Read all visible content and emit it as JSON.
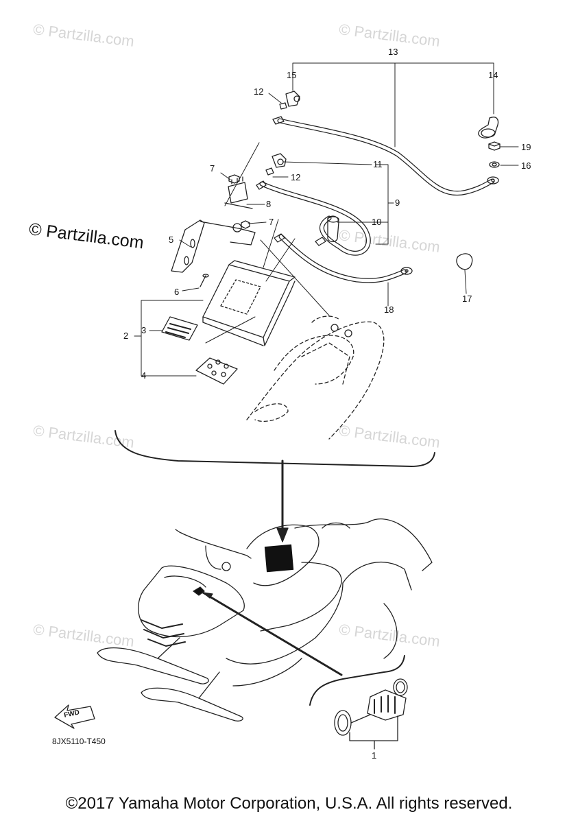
{
  "watermark": "© Partzilla.com",
  "callouts": [
    "1",
    "2",
    "3",
    "4",
    "5",
    "6",
    "7",
    "7",
    "8",
    "9",
    "10",
    "11",
    "12",
    "12",
    "13",
    "14",
    "15",
    "16",
    "17",
    "18",
    "19"
  ],
  "diagram_code": "8JX5110-T450",
  "fwd_label": "FWD",
  "copyright": "©2017 Yamaha Motor Corporation, U.S.A. All rights reserved."
}
